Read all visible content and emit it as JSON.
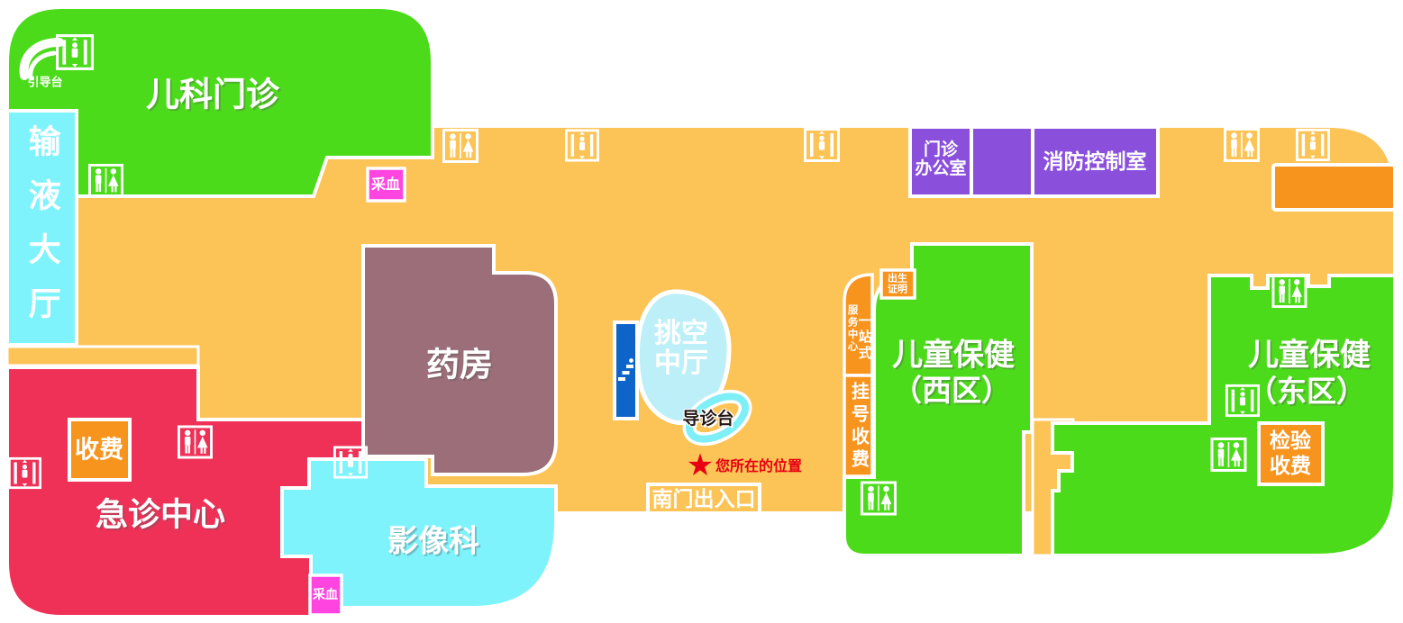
{
  "title": "hospital-floor-map",
  "regions": {
    "pediatric_outpatient": {
      "label": "儿科门诊"
    },
    "guidance_desk": {
      "label": "引导台"
    },
    "infusion_hall": {
      "label": "输液大厅"
    },
    "emergency_center": {
      "label": "急诊中心"
    },
    "cashier": {
      "label": "收费"
    },
    "pharmacy": {
      "label": "药房"
    },
    "imaging_dept": {
      "label": "影像科"
    },
    "blood_draw_top": {
      "label": "采血"
    },
    "blood_draw_bottom": {
      "label": "采血"
    },
    "atrium": {
      "line1": "挑空",
      "line2": "中厅"
    },
    "triage_desk": {
      "label": "导诊台"
    },
    "south_entrance": {
      "label": "南门出入口"
    },
    "you_are_here": {
      "label": "您所在的位置",
      "marker": "★"
    },
    "outpatient_office": {
      "line1": "门诊",
      "line2": "办公室"
    },
    "fire_control_room": {
      "label": "消防控制室"
    },
    "child_health_west": {
      "line1": "儿童保健",
      "line2": "（西区）"
    },
    "child_health_east": {
      "line1": "儿童保健",
      "line2": "（东区）"
    },
    "one_stop_service": {
      "col_right": "一站式",
      "col_left": "服务中心"
    },
    "birth_certificate": {
      "line1": "出生",
      "line2": "证明"
    },
    "registration_fee": {
      "label": "挂号收费"
    },
    "lab_fee": {
      "line1": "检验",
      "line2": "收费"
    }
  },
  "colors": {
    "corridor_orange": "#FCC356",
    "accent_orange": "#F7941E",
    "green": "#4CDB1A",
    "red": "#EF3158",
    "magenta": "#FF44DF",
    "cyan": "#7FF3FC",
    "atrium_cyan": "#BCEFF7",
    "ring_cyan": "#7FEFF7",
    "mauve": "#9B6E79",
    "purple": "#8A50DC",
    "escalator_blue": "#0E64C8",
    "star_red": "#E60012",
    "white": "#FFFFFF"
  }
}
